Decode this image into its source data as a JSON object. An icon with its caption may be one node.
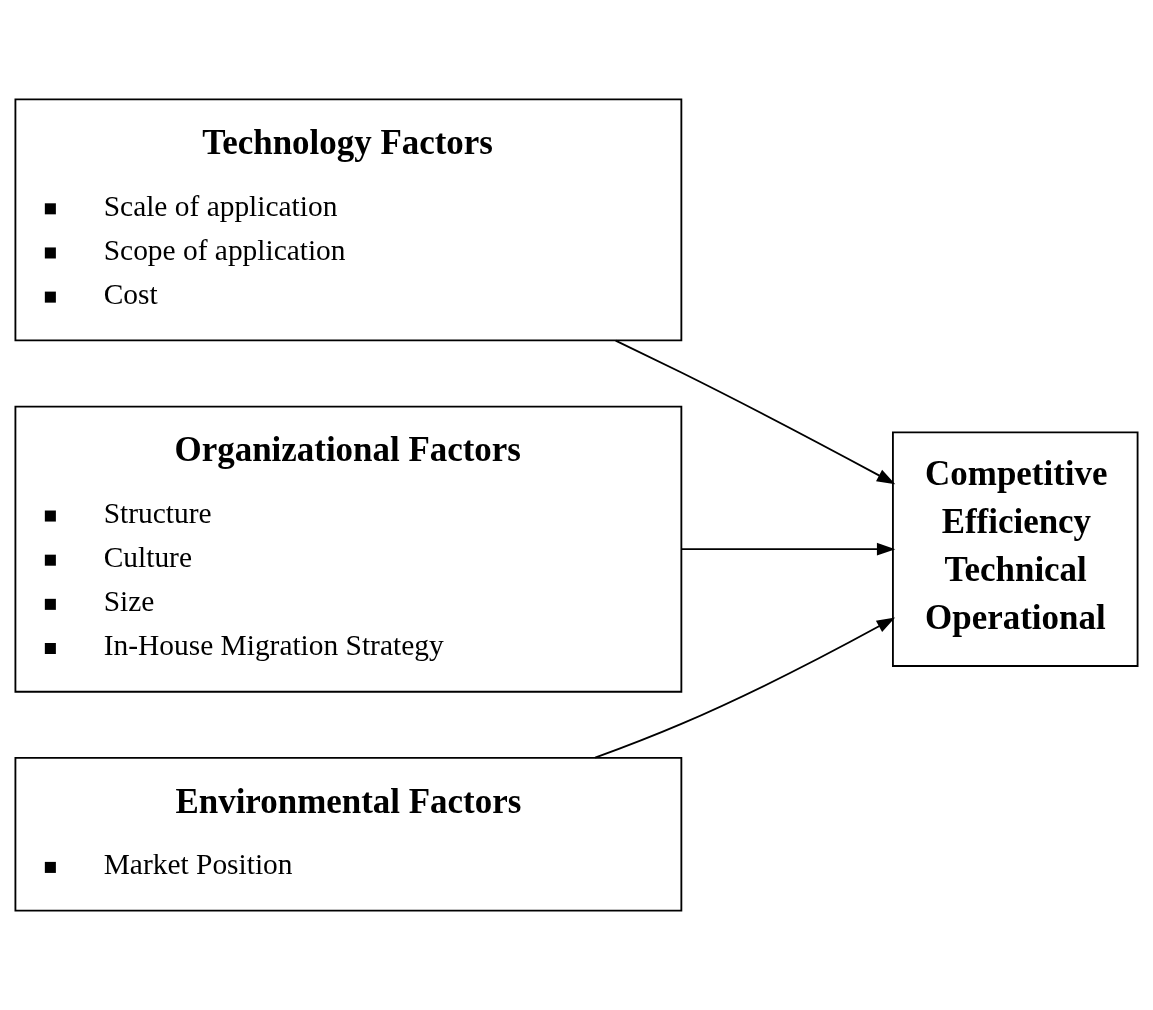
{
  "diagram": {
    "nodes": [
      {
        "text": [
          "Technology Factors",
          "Scale of application",
          "Scope of application",
          "Cost"
        ]
      },
      {
        "text": [
          "Organizational Factors",
          "Structure",
          "Culture",
          "Size",
          "In-House Migration Strategy"
        ]
      },
      {
        "text": [
          "Environmental Factors",
          "Market Position"
        ]
      },
      {
        "text": [
          "Competitive",
          "Efficiency",
          "Technical",
          "Operational"
        ]
      }
    ],
    "edges": [
      {
        "from": 0,
        "to": 3,
        "arrow": "to"
      },
      {
        "from": 1,
        "to": 3,
        "arrow": "to"
      },
      {
        "from": 2,
        "to": 3,
        "arrow": "to"
      }
    ]
  }
}
